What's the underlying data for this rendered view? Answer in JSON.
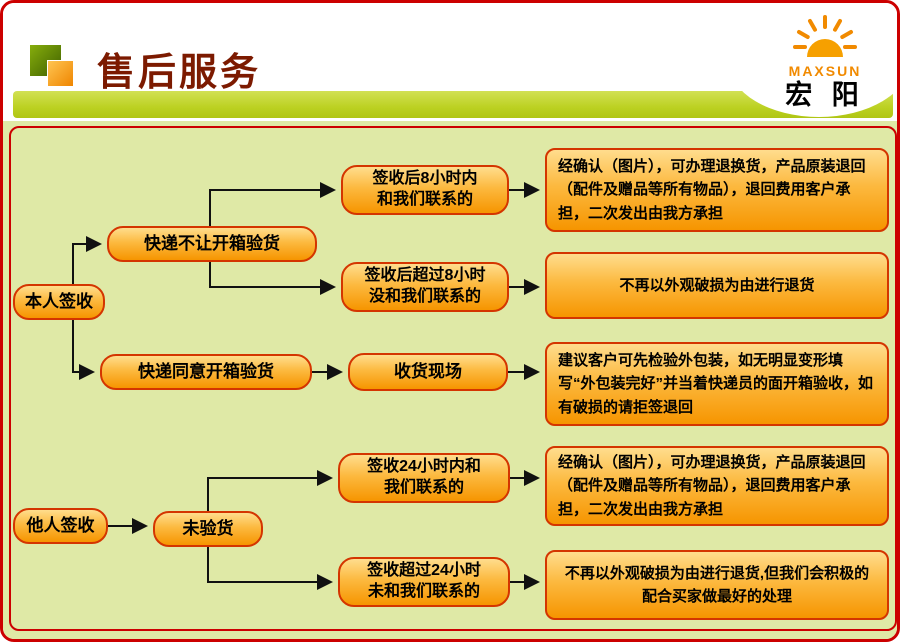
{
  "header": {
    "title": "售后服务",
    "logo": {
      "brand": "MAXSUN",
      "cn_name": "宏 阳"
    }
  },
  "flowchart": {
    "nodes": {
      "benren": "本人签收",
      "taren": "他人签收",
      "kuaidi_no": "快递不让开箱验货",
      "kuaidi_yes": "快递同意开箱验货",
      "in8": "签收后8小时内\n和我们联系的",
      "out8": "签收后超过8小时\n没和我们联系的",
      "shouhuo": "收货现场",
      "weiyan": "未验货",
      "in24": "签收24小时内和\n我们联系的",
      "out24": "签收超过24小时\n未和我们联系的"
    },
    "results": {
      "r1": "经确认（图片），可办理退换货，产品原装退回（配件及赠品等所有物品），退回费用客户承担，二次发出由我方承担",
      "r2": "不再以外观破损为由进行退货",
      "r3": "建议客户可先检验外包装，如无明显变形填写“外包装完好”并当着快递员的面开箱验收，如有破损的请拒签退回",
      "r4": "经确认（图片），可办理退换货，产品原装退回（配件及赠品等所有物品），退回费用客户承担，二次发出由我方承担",
      "r5": "不再以外观破损为由进行退货,但我们会积极的配合买家做最好的处理"
    }
  },
  "colors": {
    "frame_red": "#cc0000",
    "accent_green": "#bcd122",
    "main_background": "#dfe9a6",
    "box_orange": "#f69500",
    "box_border": "#d43500",
    "title_text": "#7c1a00",
    "logo_orange": "#f18a00"
  }
}
